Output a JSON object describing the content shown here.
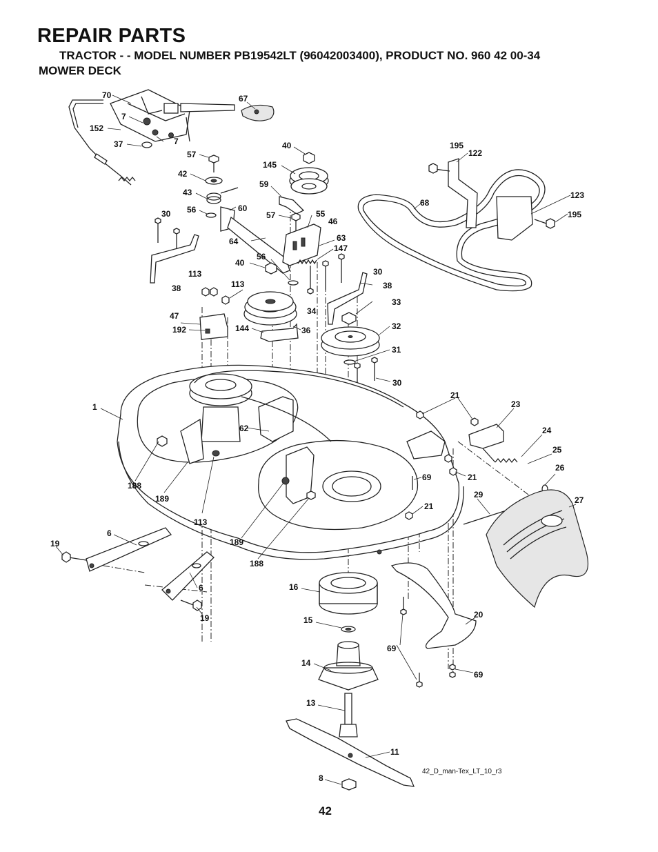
{
  "header": {
    "title": "REPAIR PARTS",
    "subtitle": "TRACTOR - - MODEL NUMBER PB19542LT (96042003400), PRODUCT NO. 960 42 00-34",
    "section": "MOWER DECK"
  },
  "footer": {
    "page_number": "42",
    "drawing_id": "42_D_man-Tex_LT_10_r3"
  },
  "callouts": [
    "70",
    "67",
    "7",
    "152",
    "7",
    "37",
    "40",
    "195",
    "122",
    "57",
    "145",
    "42",
    "59",
    "43",
    "60",
    "68",
    "123",
    "195",
    "56",
    "30",
    "57",
    "55",
    "46",
    "64",
    "63",
    "147",
    "40",
    "56",
    "30",
    "38",
    "113",
    "113",
    "38",
    "34",
    "33",
    "47",
    "192",
    "144",
    "36",
    "32",
    "31",
    "30",
    "1",
    "21",
    "23",
    "62",
    "24",
    "25",
    "188",
    "189",
    "69",
    "21",
    "26",
    "29",
    "27",
    "113",
    "21",
    "6",
    "19",
    "189",
    "188",
    "6",
    "19",
    "16",
    "20",
    "15",
    "69",
    "14",
    "69",
    "13",
    "11",
    "8"
  ]
}
